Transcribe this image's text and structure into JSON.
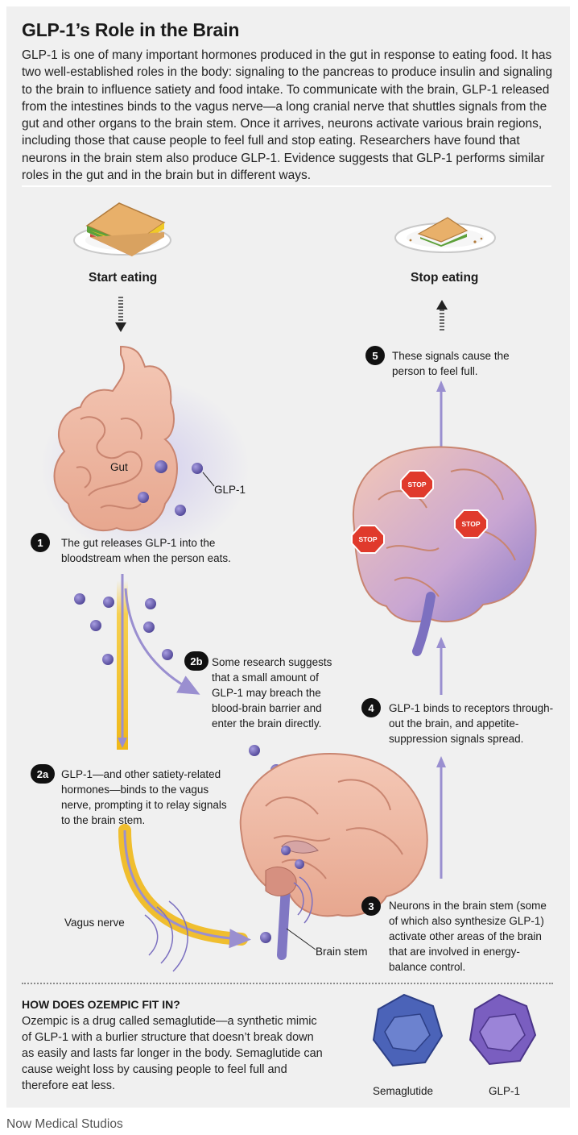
{
  "title": "GLP-1’s Role in the Brain",
  "intro": "GLP-1 is one of many important hormones produced in the gut in response to eating food. It has two well-established roles in the body: signaling to the pancreas to produce insulin and signaling to the brain to influence satiety and food intake. To communicate with the brain, GLP-1 released from the intestines binds to the vagus nerve—a long cranial nerve that shuttles signals from the gut and other organs to the brain stem. Once it arrives, neurons activate various brain regions, including those that cause people to feel full and stop eating. Researchers have found that neurons in the brain stem also produce GLP-1. Evidence suggests that GLP-1 performs similar roles in the gut and in the brain but in different ways.",
  "labels": {
    "start_eating": "Start eating",
    "stop_eating": "Stop eating",
    "gut": "Gut",
    "glp1": "GLP-1",
    "vagus_nerve": "Vagus nerve",
    "brain_stem": "Brain stem",
    "stop_sign": "STOP"
  },
  "steps": [
    {
      "num": "1",
      "text": "The gut releases GLP-1 into the bloodstream when the person eats."
    },
    {
      "num": "2a",
      "text": "GLP-1—and other satiety-related hormones—binds to the vagus nerve, prompting it to relay signals to the brain stem."
    },
    {
      "num": "2b",
      "text": "Some research suggests that a small amount of GLP-1 may breach the blood-brain barrier and enter the brain directly."
    },
    {
      "num": "3",
      "text": "Neurons in the brain stem (some of which also synthesize GLP-1) activate other areas of the brain that are involved in energy-balance control."
    },
    {
      "num": "4",
      "text": "GLP-1 binds to receptors through-out the brain, and appetite-suppression signals spread."
    },
    {
      "num": "5",
      "text": "These signals cause the person to feel full."
    }
  ],
  "ozempic": {
    "heading": "HOW DOES OZEMPIC FIT IN?",
    "text": "Ozempic is a drug called semaglutide—a synthetic mimic of GLP-1 with a burlier structure that doesn’t break down as easily and lasts far longer in the body. Semaglutide can cause weight loss by causing people to feel full and therefore eat less.",
    "semaglutide_label": "Semaglutide",
    "glp1_label": "GLP-1"
  },
  "credit": "Now Medical Studios",
  "colors": {
    "panel": "#f0f0f0",
    "glp1_molecule": "#6a5fb0",
    "semaglutide": "#4b63b8",
    "signal": "#9a8fd0",
    "nerve": "#f0c020",
    "tissue": "#f2c0aa",
    "stop": "#e03a2c"
  }
}
